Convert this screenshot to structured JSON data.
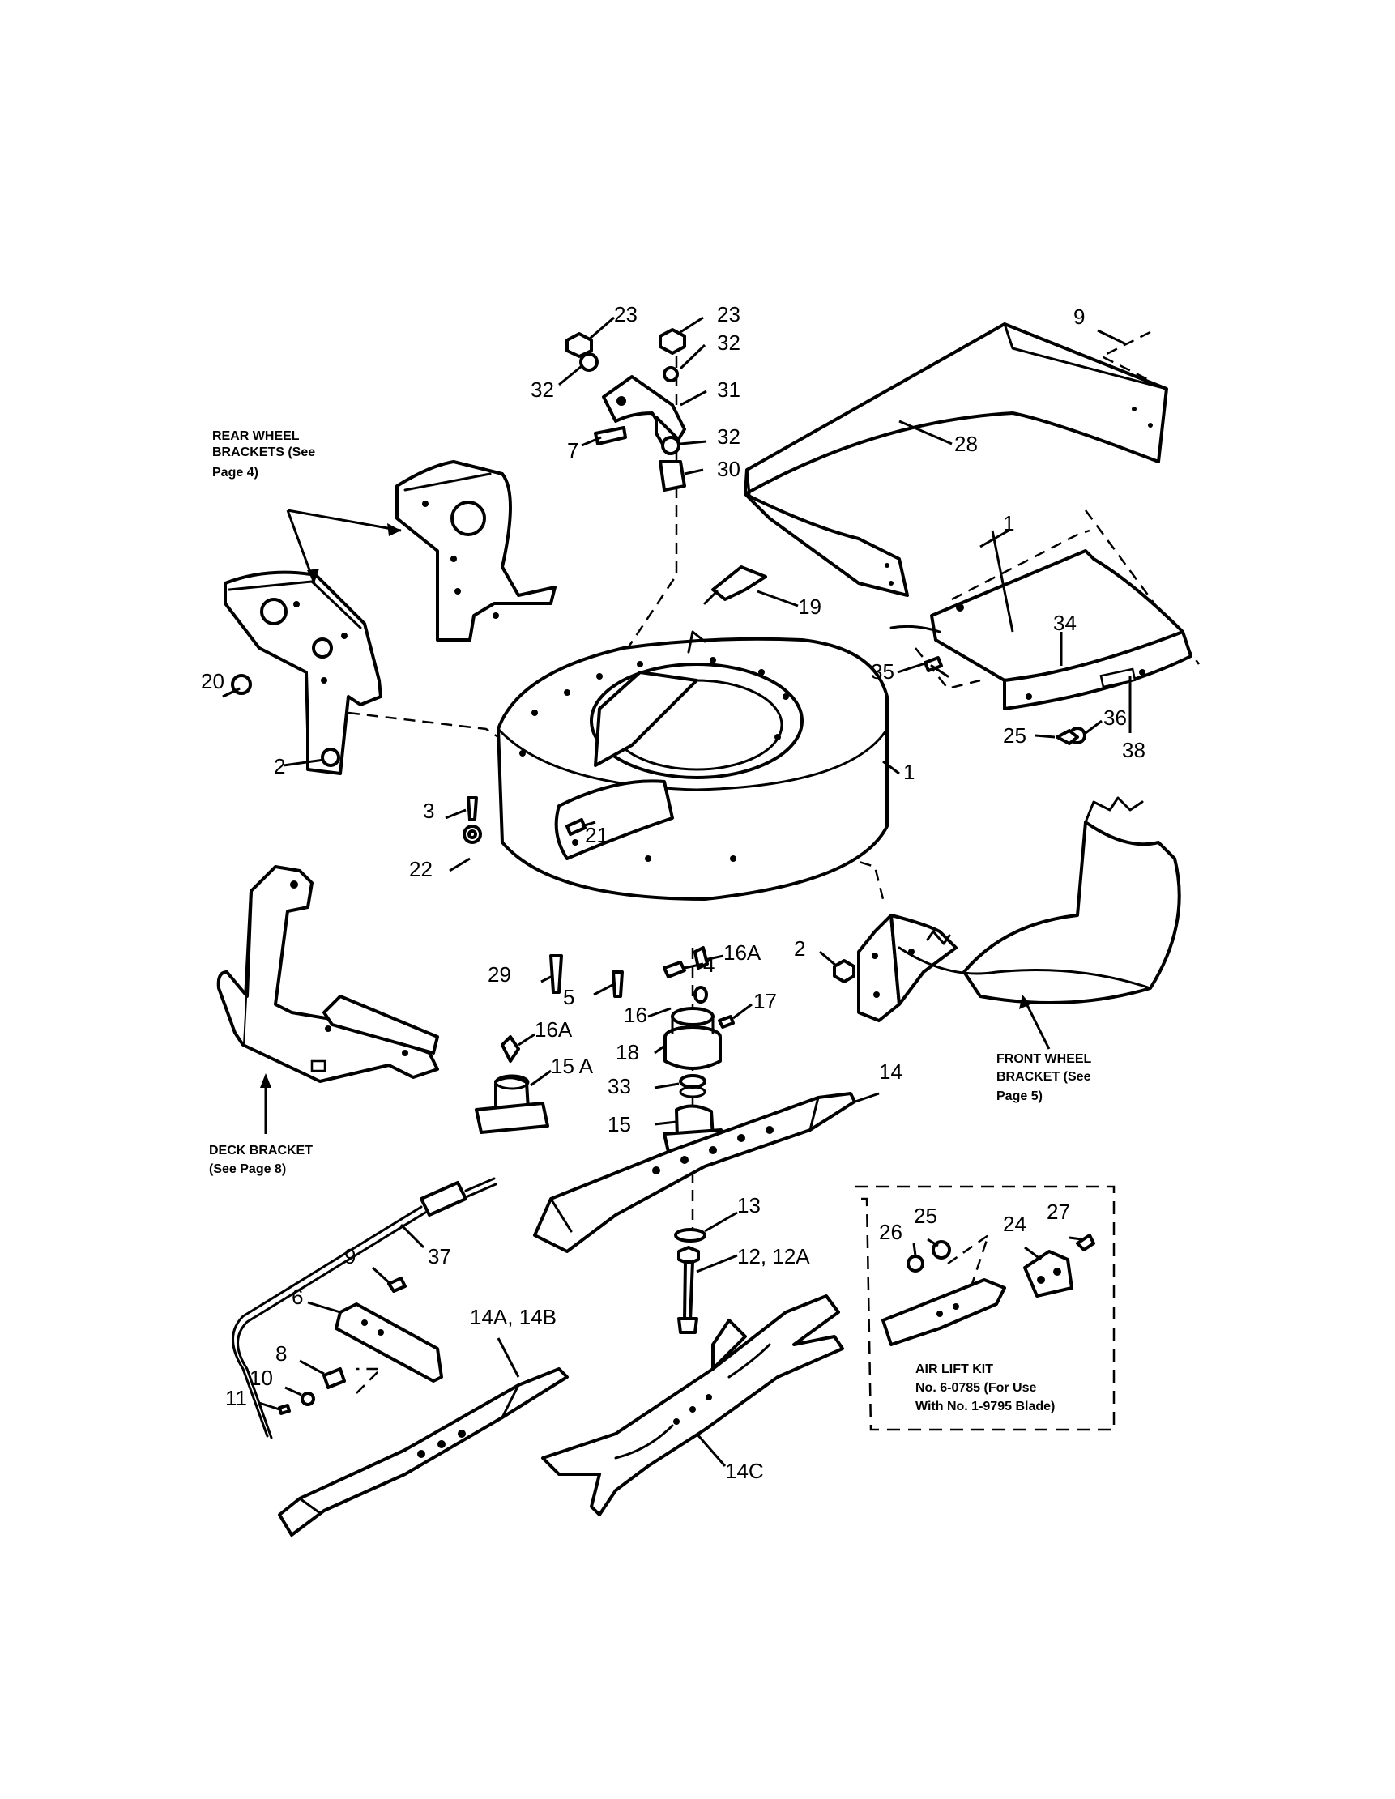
{
  "callouts": {
    "n1a": "1",
    "n1b": "1",
    "n2a": "2",
    "n2b": "2",
    "n3": "3",
    "n4": "4",
    "n5": "5",
    "n6": "6",
    "n7": "7",
    "n8": "8",
    "n9a": "9",
    "n9b": "9",
    "n10": "10",
    "n11": "11",
    "n12": "12, 12A",
    "n13": "13",
    "n14": "14",
    "n14ab": "14A, 14B",
    "n14c": "14C",
    "n15": "15",
    "n15a": "15 A",
    "n16": "16",
    "n16a1": "16A",
    "n16a2": "16A",
    "n17": "17",
    "n18": "18",
    "n19": "19",
    "n20": "20",
    "n21": "21",
    "n22": "22",
    "n23a": "23",
    "n23b": "23",
    "n24": "24",
    "n25a": "25",
    "n25b": "25",
    "n26": "26",
    "n27": "27",
    "n28": "28",
    "n29": "29",
    "n30": "30",
    "n31": "31",
    "n32a": "32",
    "n32b": "32",
    "n32c": "32",
    "n33": "33",
    "n34": "34",
    "n35": "35",
    "n36": "36",
    "n37": "37",
    "n38": "38"
  },
  "notes": {
    "rear_wheel": [
      "REAR WHEEL",
      "BRACKETS (See",
      "Page 4)"
    ],
    "front_wheel": [
      "FRONT WHEEL",
      "BRACKET (See",
      "Page 5)"
    ],
    "deck_bracket": [
      "DECK BRACKET",
      "(See Page 8)"
    ],
    "air_lift": [
      "AIR LIFT KIT",
      "No. 6-0785 (For Use",
      "With No. 1-9795 Blade)"
    ]
  }
}
